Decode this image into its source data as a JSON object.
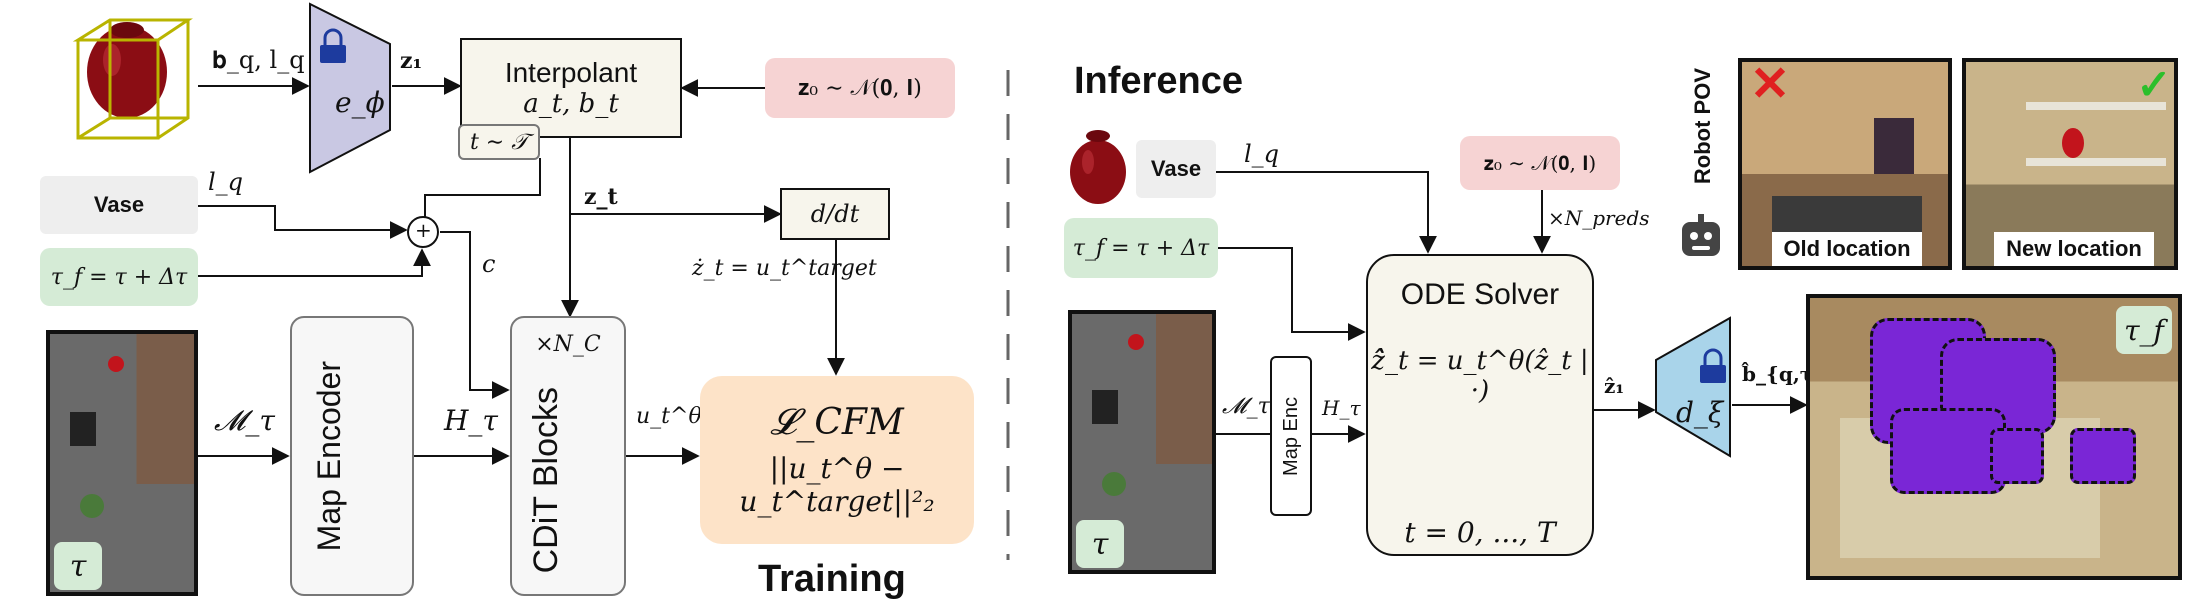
{
  "training": {
    "condition_label": "𝐛_q, l_q",
    "encoder_label": "e_ϕ",
    "z1_label": "𝐳₁",
    "interpolant_title": "Interpolant",
    "interpolant_sub": "a_t, b_t",
    "time_sample": "t ∼ 𝒯",
    "z0": "𝐳₀ ∼ 𝒩(𝟎, 𝐈)",
    "vase_label": "Vase",
    "lq_label": "l_q",
    "tau_f": "τ_f = τ + Δτ",
    "plus": "+",
    "c_label": "c",
    "zt_label": "𝐳_t",
    "ddt": "d/dt",
    "zdot": "ż_t = u_t^target",
    "map_label": "𝓜_τ",
    "map_encoder": "Map Encoder",
    "h_label": "H_τ",
    "nc_label": "×N_C",
    "cdit": "CDiT Blocks",
    "u_theta": "u_t^θ",
    "loss_title": "𝓛_CFM",
    "loss_expr": "||u_t^θ − u_t^target||²₂",
    "tau_badge": "τ",
    "section_title": "Training"
  },
  "inference": {
    "section_title": "Inference",
    "vase_label": "Vase",
    "lq_label": "l_q",
    "z0": "𝐳₀ ∼ 𝒩(𝟎, 𝐈)",
    "npreds": "×N_preds",
    "tau_f": "τ_f = τ + Δτ",
    "ode_title": "ODE Solver",
    "ode_eq": "ẑ̂_t = u_t^θ(ẑ_t | ·)",
    "ode_range": "t = 0, ..., T",
    "map_label": "𝓜_τ",
    "map_enc": "Map Enc",
    "h_label": "H_τ",
    "z1_hat": "ẑ₁",
    "decoder_label": "d_ξ",
    "bhat": "b̂_{q,τ_f}",
    "tau_badge": "τ",
    "tau_f_badge": "τ_f",
    "robot_pov": "Robot POV",
    "old_location": "Old location",
    "new_location": "New location"
  },
  "colors": {
    "encoder_fill": "#c9c8e3",
    "decoder_fill": "#a9d4ea",
    "z0_fill": "#f6d3d3",
    "tau_fill": "#d5ebd6",
    "loss_fill": "#fde3c8",
    "cream_fill": "#f7f5ec",
    "vase_red": "#8b0d14",
    "bbox_yellow": "#b9b400",
    "purple_blob": "#7a26d6",
    "lock_blue": "#1d3b9e",
    "wrong_red": "#e02020",
    "right_green": "#2bbf2b"
  },
  "icons": [
    "lock-icon",
    "vase-icon",
    "cycle-icon",
    "robot-icon",
    "cross-icon",
    "check-icon"
  ]
}
